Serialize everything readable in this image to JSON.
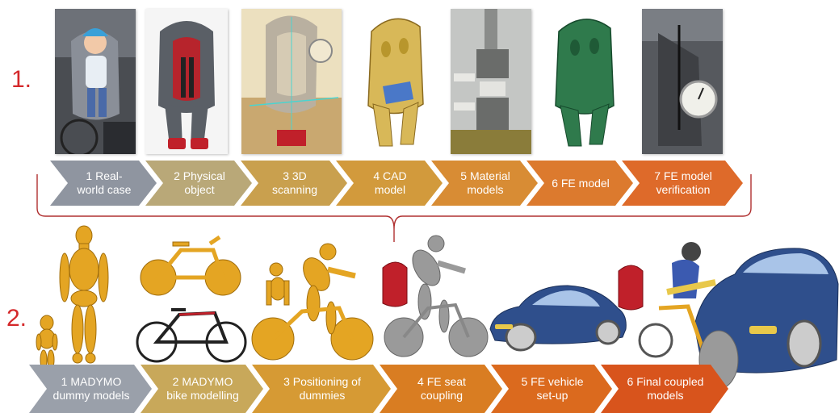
{
  "rows": [
    {
      "number": "1.",
      "steps": [
        {
          "label": "1 Real-world case",
          "color": "#8f95a0"
        },
        {
          "label": "2 Physical object",
          "color": "#b9a878"
        },
        {
          "label": "3 3D scanning",
          "color": "#c9a04e"
        },
        {
          "label": "4 CAD model",
          "color": "#d29a3c"
        },
        {
          "label": "5 Material models",
          "color": "#d88c34"
        },
        {
          "label": "6 FE model",
          "color": "#dc7a2e"
        },
        {
          "label": "7 FE model verification",
          "color": "#de6a2a"
        }
      ]
    },
    {
      "number": "2.",
      "steps": [
        {
          "label": "1 MADYMO dummy models",
          "color": "#9aa0aa"
        },
        {
          "label": "2 MADYMO bike modelling",
          "color": "#c8a85a"
        },
        {
          "label": "3 Positioning of dummies",
          "color": "#d69a34"
        },
        {
          "label": "4 FE seat coupling",
          "color": "#d97d22"
        },
        {
          "label": "5 FE vehicle set-up",
          "color": "#db6a1e"
        },
        {
          "label": "6 Final coupled models",
          "color": "#d8541c"
        }
      ]
    }
  ],
  "colors": {
    "accent_red": "#d4282a",
    "dummy_yellow": "#e4a523",
    "seat_red": "#c0202a",
    "car_blue": "#2f4f8c",
    "fe_gray": "#9a9a9a",
    "seat_gold": "#cdb25a",
    "seat_green": "#2f7a4c"
  }
}
